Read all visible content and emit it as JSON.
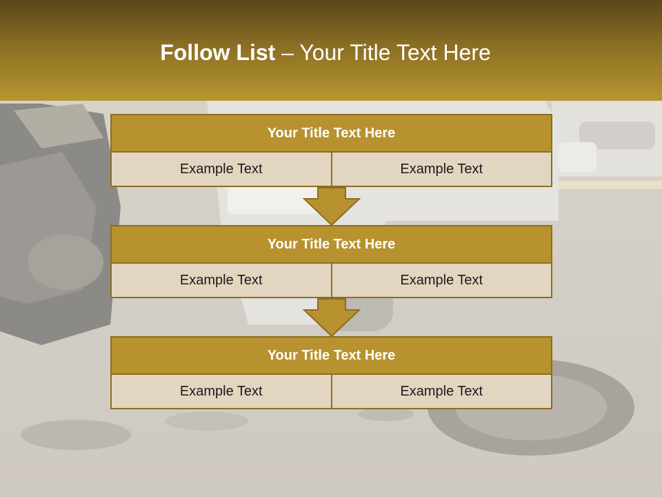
{
  "slide": {
    "title_bold": "Follow List ",
    "title_rest": " – Your Title Text Here"
  },
  "steps": [
    {
      "title": "Your Title Text Here",
      "left": "Example Text",
      "right": "Example Text"
    },
    {
      "title": "Your Title Text Here",
      "left": "Example Text",
      "right": "Example Text"
    },
    {
      "title": "Your Title Text Here",
      "left": "Example Text",
      "right": "Example Text"
    }
  ],
  "colors": {
    "header_top": "#5a4619",
    "header_bottom": "#b89630",
    "block_title_fill": "#b8922f",
    "block_border": "#8d6d20",
    "cell_fill": "#e2d6c1",
    "arrow_fill": "#b8922f"
  },
  "background": {
    "icon": "car-accident-photo"
  }
}
